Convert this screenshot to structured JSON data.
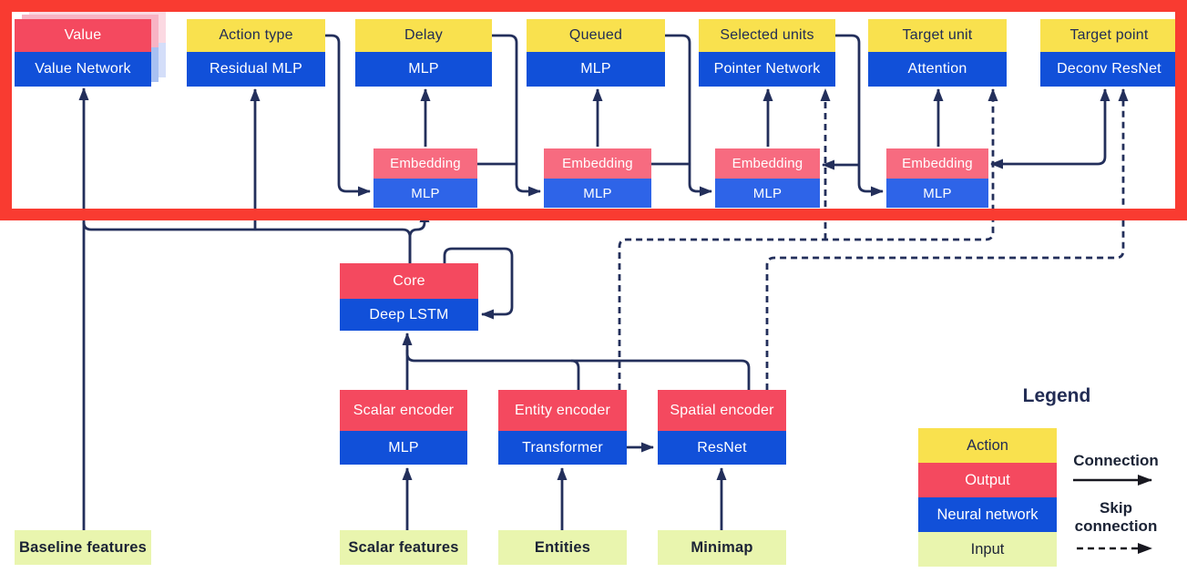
{
  "colors": {
    "action_yellow": "#f9e14e",
    "output_red": "#f4495f",
    "embedding_pink": "#f76b80",
    "network_blue": "#1150d9",
    "embedding_blue": "#2e64e8",
    "input_green": "#e9f5ae",
    "line_navy": "#232f5b",
    "text_navy": "#222c54",
    "text_dark": "#1b2335",
    "highlight_red": "#f93b31",
    "legend_arrow_black": "#181820",
    "value_shadow_pink_far": "#fbd9e2",
    "value_shadow_blue_far": "#d4def9",
    "value_shadow_pink_near": "#f8b3c4",
    "value_shadow_blue_near": "#a8c0f2"
  },
  "nodes": {
    "value": {
      "top": "Value",
      "bottom": "Value Network"
    },
    "action_type": {
      "top": "Action type",
      "bottom": "Residual MLP"
    },
    "delay": {
      "top": "Delay",
      "bottom": "MLP"
    },
    "queued": {
      "top": "Queued",
      "bottom": "MLP"
    },
    "selected_units": {
      "top": "Selected units",
      "bottom": "Pointer Network"
    },
    "target_unit": {
      "top": "Target unit",
      "bottom": "Attention"
    },
    "target_point": {
      "top": "Target point",
      "bottom": "Deconv ResNet"
    },
    "embedding1": {
      "top": "Embedding",
      "bottom": "MLP"
    },
    "embedding2": {
      "top": "Embedding",
      "bottom": "MLP"
    },
    "embedding3": {
      "top": "Embedding",
      "bottom": "MLP"
    },
    "embedding4": {
      "top": "Embedding",
      "bottom": "MLP"
    },
    "core": {
      "top": "Core",
      "bottom": "Deep LSTM"
    },
    "scalar_encoder": {
      "top": "Scalar encoder",
      "bottom": "MLP"
    },
    "entity_encoder": {
      "top": "Entity encoder",
      "bottom": "Transformer"
    },
    "spatial_encoder": {
      "top": "Spatial encoder",
      "bottom": "ResNet"
    },
    "baseline_features": {
      "label": "Baseline features"
    },
    "scalar_features": {
      "label": "Scalar features"
    },
    "entities": {
      "label": "Entities"
    },
    "minimap": {
      "label": "Minimap"
    }
  },
  "legend": {
    "title": "Legend",
    "items": [
      {
        "label": "Action"
      },
      {
        "label": "Output"
      },
      {
        "label": "Neural network"
      },
      {
        "label": "Input"
      }
    ],
    "connection_label": "Connection",
    "skip_connection_label": "Skip connection"
  }
}
